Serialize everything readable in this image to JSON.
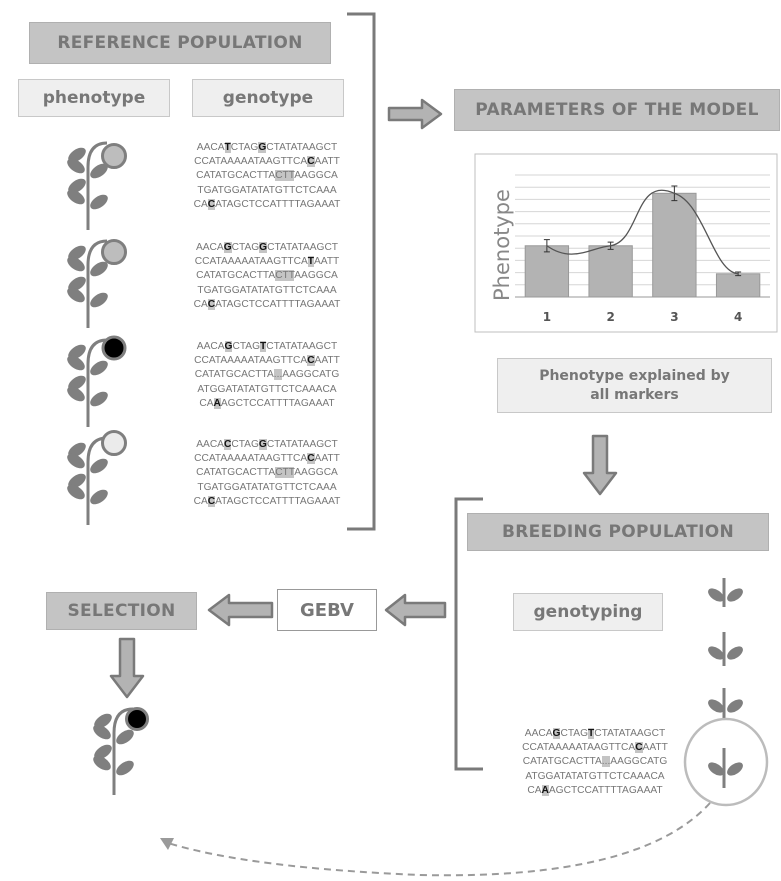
{
  "labels": {
    "reference_population": "REFERENCE POPULATION",
    "phenotype": "phenotype",
    "genotype": "genotype",
    "parameters": "PARAMETERS OF THE MODEL",
    "explained": "Phenotype explained by all markers",
    "breeding_population": "BREEDING POPULATION",
    "genotyping": "genotyping",
    "gebv": "GEBV",
    "selection": "SELECTION"
  },
  "sequences": [
    [
      "AACA|T|CTAG|G|CTATATAAGCT",
      "CCATAAAAATAAGTTCA|C|AATT",
      "CATATGCACTTA{CTT}AAGGCA",
      "TGATGGATATATGTTCTCAAA",
      "CA|C|ATAGCTCCATTTTAGAAAT"
    ],
    [
      "AACA|G|CTAG|G|CTATATAAGCT",
      "CCATAAAAATAAGTTCA|T|AATT",
      "CATATGCACTTA{CTT}AAGGCA",
      "TGATGGATATATGTTCTCAAA",
      "CA|C|ATAGCTCCATTTTAGAAAT"
    ],
    [
      "AACA|G|CTAG|T|CTATATAAGCT",
      "CCATAAAAATAAGTTCA|C|AATT",
      "CATATGCACTTA{...}AAGGCATG",
      "ATGGATATATGTTCTCAAACA",
      "CA|A|AGCTCCATTTTAGAAAT"
    ],
    [
      "AACA|C|CTAG|G|CTATATAAGCT",
      "CCATAAAAATAAGTTCA|C|AATT",
      "CATATGCACTTA{CTT}AAGGCA",
      "TGATGGATATATGTTCTCAAA",
      "CA|C|ATAGCTCCATTTTAGAAAT"
    ],
    [
      "AACA|G|CTAG|T|CTATATAAGCT",
      "CCATAAAAATAAGTTCA|C|AATT",
      "CATATGCACTTA{...}AAGGCATG",
      "ATGGATATATGTTCTCAAACA",
      "CA|A|AGCTCCATTTTAGAAAT"
    ]
  ],
  "flowers": [
    "#bdbdbd",
    "#bdbdbd",
    "#000000",
    "#ebebeb"
  ],
  "colors": {
    "dark_box": "#c4c4c4",
    "light_box": "#efefef",
    "arrow_fill": "#b3b3b3",
    "arrow_stroke": "#7a7a7a",
    "plant": "#7f7f7f",
    "bar": "#b3b3b3"
  },
  "chart_data": {
    "type": "bar",
    "ylabel": "Phenotype",
    "categories": [
      "1",
      "2",
      "3",
      "4"
    ],
    "values": [
      4.2,
      4.2,
      8.5,
      1.9
    ],
    "errors": [
      0.5,
      0.3,
      0.6,
      0.15
    ],
    "ylim": [
      0,
      10
    ],
    "grid": true,
    "trend_line": true
  }
}
